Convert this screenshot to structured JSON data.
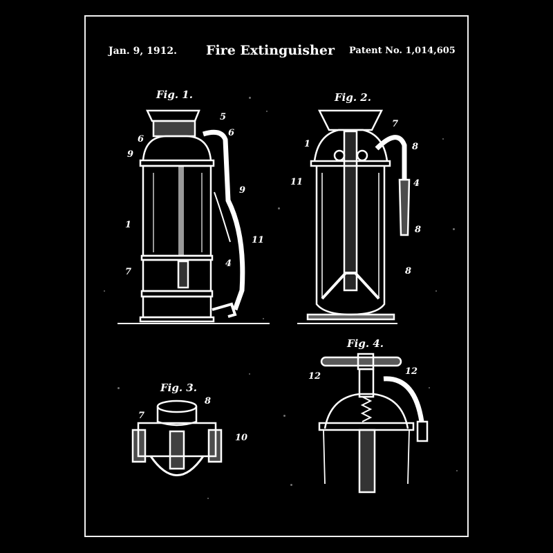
{
  "header": {
    "date": "Jan. 9, 1912.",
    "title": "Fire Extinguisher",
    "patent": "Patent No. 1,014,605"
  },
  "figures": [
    {
      "label": "Fig. 1.",
      "callouts": [
        "5",
        "6",
        "6",
        "9",
        "9",
        "1",
        "11",
        "7",
        "4"
      ]
    },
    {
      "label": "Fig. 2.",
      "callouts": [
        "7",
        "1",
        "8",
        "11",
        "4",
        "8",
        "8"
      ]
    },
    {
      "label": "Fig. 3.",
      "callouts": [
        "8",
        "7",
        "10"
      ]
    },
    {
      "label": "Fig. 4.",
      "callouts": [
        "12",
        "12"
      ]
    }
  ],
  "colors": {
    "background": "#000000",
    "ink": "#ffffff",
    "border": "#f2f2f2"
  }
}
